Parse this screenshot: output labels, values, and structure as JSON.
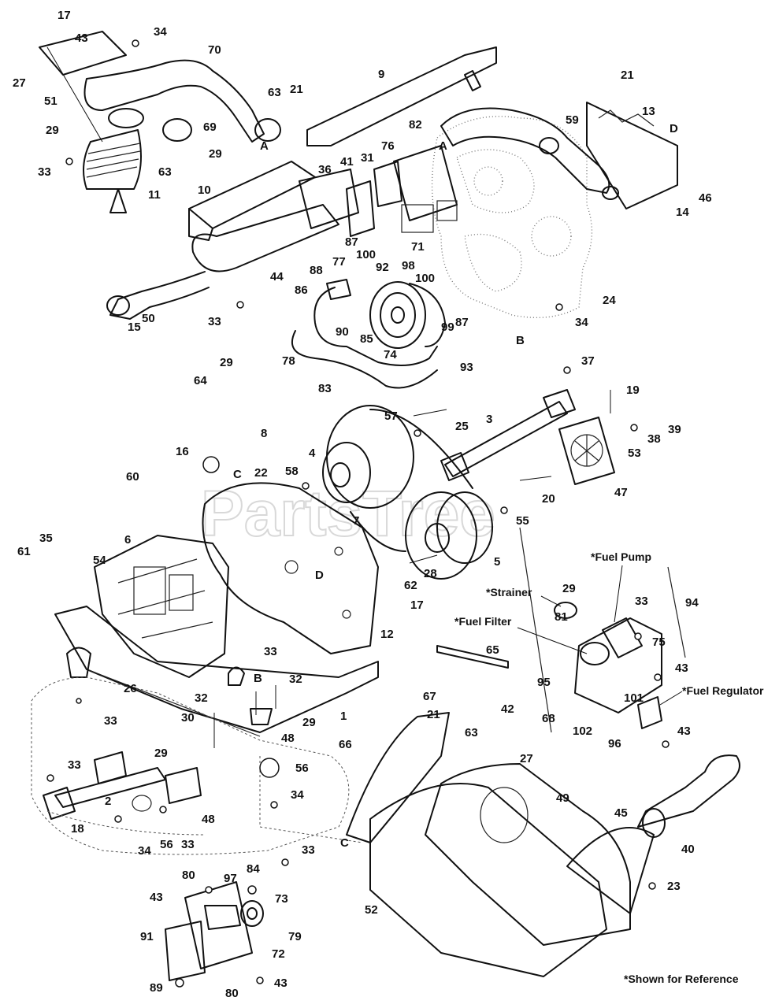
{
  "watermark": "PartsTree",
  "notes": {
    "fuel_pump": "*Fuel Pump",
    "strainer": "*Strainer",
    "fuel_filter": "*Fuel Filter",
    "fuel_regulator": "*Fuel Regulator",
    "shown_for_reference": "*Shown for Reference"
  },
  "callouts": [
    {
      "id": "c17a",
      "text": "17"
    },
    {
      "id": "c43a",
      "text": "43"
    },
    {
      "id": "c34a",
      "text": "34"
    },
    {
      "id": "c70",
      "text": "70"
    },
    {
      "id": "c27a",
      "text": "27"
    },
    {
      "id": "c51",
      "text": "51"
    },
    {
      "id": "c63a",
      "text": "63"
    },
    {
      "id": "c21a",
      "text": "21"
    },
    {
      "id": "c9",
      "text": "9"
    },
    {
      "id": "c21b",
      "text": "21"
    },
    {
      "id": "c13",
      "text": "13"
    },
    {
      "id": "cD1",
      "text": "D"
    },
    {
      "id": "c69",
      "text": "69"
    },
    {
      "id": "c82",
      "text": "82"
    },
    {
      "id": "c59",
      "text": "59"
    },
    {
      "id": "c29a",
      "text": "29"
    },
    {
      "id": "cA1",
      "text": "A"
    },
    {
      "id": "cA2",
      "text": "A"
    },
    {
      "id": "c76",
      "text": "76"
    },
    {
      "id": "c31",
      "text": "31"
    },
    {
      "id": "c33a",
      "text": "33"
    },
    {
      "id": "c63b",
      "text": "63"
    },
    {
      "id": "c29b",
      "text": "29"
    },
    {
      "id": "c41",
      "text": "41"
    },
    {
      "id": "c36",
      "text": "36"
    },
    {
      "id": "c11",
      "text": "11"
    },
    {
      "id": "c10",
      "text": "10"
    },
    {
      "id": "c46",
      "text": "46"
    },
    {
      "id": "c14",
      "text": "14"
    },
    {
      "id": "c87a",
      "text": "87"
    },
    {
      "id": "c71",
      "text": "71"
    },
    {
      "id": "c100a",
      "text": "100"
    },
    {
      "id": "c92",
      "text": "92"
    },
    {
      "id": "c98",
      "text": "98"
    },
    {
      "id": "c44",
      "text": "44"
    },
    {
      "id": "c100b",
      "text": "100"
    },
    {
      "id": "c88",
      "text": "88"
    },
    {
      "id": "c77",
      "text": "77"
    },
    {
      "id": "c86",
      "text": "86"
    },
    {
      "id": "c24",
      "text": "24"
    },
    {
      "id": "c50",
      "text": "50"
    },
    {
      "id": "c33b",
      "text": "33"
    },
    {
      "id": "c15",
      "text": "15"
    },
    {
      "id": "c99",
      "text": "99"
    },
    {
      "id": "c87b",
      "text": "87"
    },
    {
      "id": "c34b",
      "text": "34"
    },
    {
      "id": "c90",
      "text": "90"
    },
    {
      "id": "c85",
      "text": "85"
    },
    {
      "id": "cB1",
      "text": "B"
    },
    {
      "id": "c74",
      "text": "74"
    },
    {
      "id": "c78",
      "text": "78"
    },
    {
      "id": "c93",
      "text": "93"
    },
    {
      "id": "c83",
      "text": "83"
    },
    {
      "id": "c29c",
      "text": "29"
    },
    {
      "id": "c37",
      "text": "37"
    },
    {
      "id": "c64",
      "text": "64"
    },
    {
      "id": "c19",
      "text": "19"
    },
    {
      "id": "c57",
      "text": "57"
    },
    {
      "id": "c25",
      "text": "25"
    },
    {
      "id": "c3",
      "text": "3"
    },
    {
      "id": "c8",
      "text": "8"
    },
    {
      "id": "c39",
      "text": "39"
    },
    {
      "id": "c38",
      "text": "38"
    },
    {
      "id": "c16",
      "text": "16"
    },
    {
      "id": "c4",
      "text": "4"
    },
    {
      "id": "c53",
      "text": "53"
    },
    {
      "id": "cC1",
      "text": "C"
    },
    {
      "id": "c22",
      "text": "22"
    },
    {
      "id": "c58",
      "text": "58"
    },
    {
      "id": "c60",
      "text": "60"
    },
    {
      "id": "c20",
      "text": "20"
    },
    {
      "id": "c47",
      "text": "47"
    },
    {
      "id": "c7",
      "text": "7"
    },
    {
      "id": "c55",
      "text": "55"
    },
    {
      "id": "c35",
      "text": "35"
    },
    {
      "id": "c6",
      "text": "6"
    },
    {
      "id": "c54",
      "text": "54"
    },
    {
      "id": "c61",
      "text": "61"
    },
    {
      "id": "c5",
      "text": "5"
    },
    {
      "id": "cD2",
      "text": "D"
    },
    {
      "id": "c28",
      "text": "28"
    },
    {
      "id": "c62",
      "text": "62"
    },
    {
      "id": "c29d",
      "text": "29"
    },
    {
      "id": "c33c",
      "text": "33"
    },
    {
      "id": "c94",
      "text": "94"
    },
    {
      "id": "c81",
      "text": "81"
    },
    {
      "id": "c17b",
      "text": "17"
    },
    {
      "id": "c12",
      "text": "12"
    },
    {
      "id": "c75",
      "text": "75"
    },
    {
      "id": "c65",
      "text": "65"
    },
    {
      "id": "c33d",
      "text": "33"
    },
    {
      "id": "c43b",
      "text": "43"
    },
    {
      "id": "c26",
      "text": "26"
    },
    {
      "id": "c32a",
      "text": "32"
    },
    {
      "id": "cB2",
      "text": "B"
    },
    {
      "id": "c32b",
      "text": "32"
    },
    {
      "id": "c67",
      "text": "67"
    },
    {
      "id": "c95",
      "text": "95"
    },
    {
      "id": "c101",
      "text": "101"
    },
    {
      "id": "c42",
      "text": "42"
    },
    {
      "id": "c1",
      "text": "1"
    },
    {
      "id": "c21c",
      "text": "21"
    },
    {
      "id": "c30",
      "text": "30"
    },
    {
      "id": "c29e",
      "text": "29"
    },
    {
      "id": "c33e",
      "text": "33"
    },
    {
      "id": "c68",
      "text": "68"
    },
    {
      "id": "c102",
      "text": "102"
    },
    {
      "id": "c96",
      "text": "96"
    },
    {
      "id": "c43c",
      "text": "43"
    },
    {
      "id": "c48a",
      "text": "48"
    },
    {
      "id": "c63c",
      "text": "63"
    },
    {
      "id": "c66",
      "text": "66"
    },
    {
      "id": "c29f",
      "text": "29"
    },
    {
      "id": "c27b",
      "text": "27"
    },
    {
      "id": "c33f",
      "text": "33"
    },
    {
      "id": "c56a",
      "text": "56"
    },
    {
      "id": "c2",
      "text": "2"
    },
    {
      "id": "c34c",
      "text": "34"
    },
    {
      "id": "c49",
      "text": "49"
    },
    {
      "id": "c45",
      "text": "45"
    },
    {
      "id": "c48b",
      "text": "48"
    },
    {
      "id": "c40",
      "text": "40"
    },
    {
      "id": "c18",
      "text": "18"
    },
    {
      "id": "c34d",
      "text": "34"
    },
    {
      "id": "c56b",
      "text": "56"
    },
    {
      "id": "c33g",
      "text": "33"
    },
    {
      "id": "cC2",
      "text": "C"
    },
    {
      "id": "c33h",
      "text": "33"
    },
    {
      "id": "c23",
      "text": "23"
    },
    {
      "id": "c84",
      "text": "84"
    },
    {
      "id": "c80a",
      "text": "80"
    },
    {
      "id": "c97",
      "text": "97"
    },
    {
      "id": "c73",
      "text": "73"
    },
    {
      "id": "c43d",
      "text": "43"
    },
    {
      "id": "c52",
      "text": "52"
    },
    {
      "id": "c79",
      "text": "79"
    },
    {
      "id": "c91",
      "text": "91"
    },
    {
      "id": "c72",
      "text": "72"
    },
    {
      "id": "c43e",
      "text": "43"
    },
    {
      "id": "c89",
      "text": "89"
    },
    {
      "id": "c80b",
      "text": "80"
    }
  ]
}
